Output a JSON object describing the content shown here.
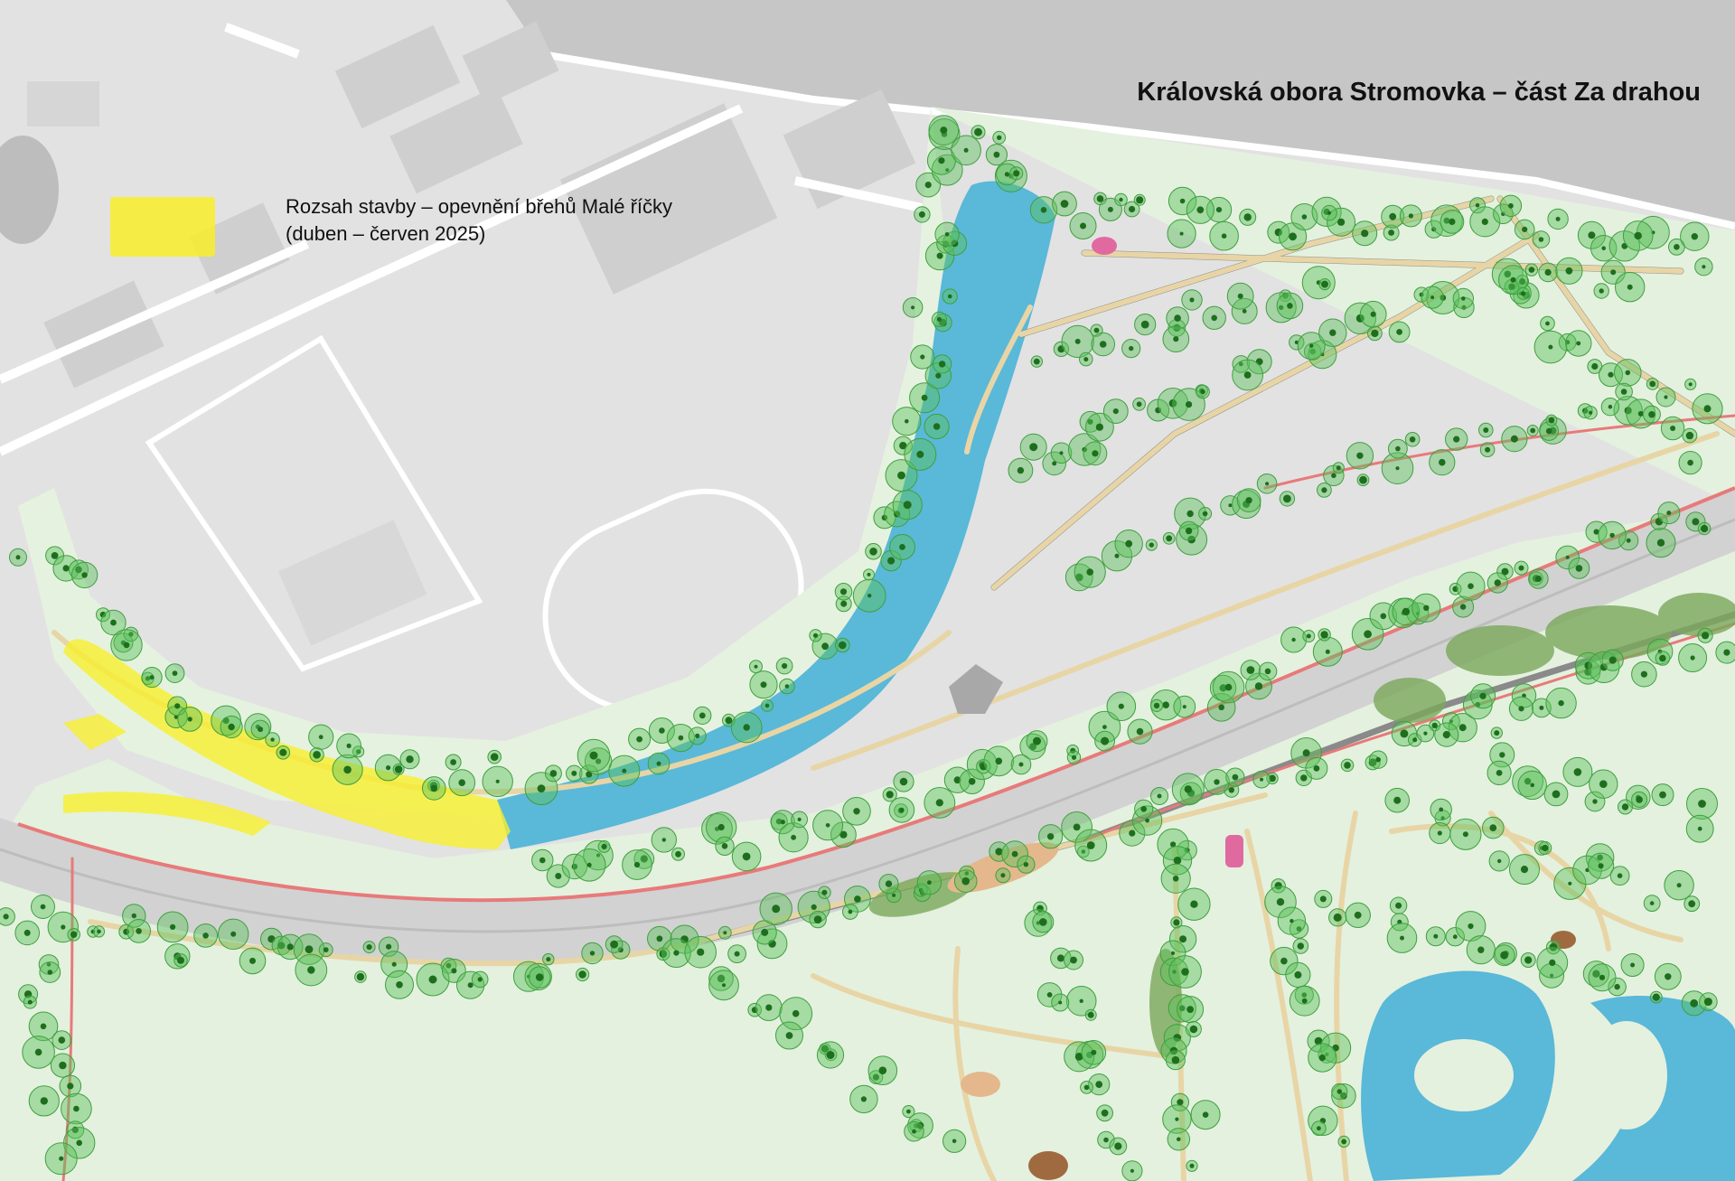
{
  "map": {
    "title": "Královská obora Stromovka – část Za drahou",
    "legend": {
      "line1": "Rozsah stavby – opevnění břehů Malé říčky",
      "line2": "(duben – červen 2025)",
      "swatch_color": "#f8ef2a"
    },
    "colors": {
      "park_green": "#e4f1df",
      "tree_dark": "#1e6e1e",
      "tree_canopy": "#5cc25c",
      "water": "#5ab8d8",
      "path": "#e8d5a6",
      "urban_gray": "#c8c8c8",
      "railway": "#d0d0d0",
      "highlight_yellow": "#f8ef2a"
    }
  }
}
